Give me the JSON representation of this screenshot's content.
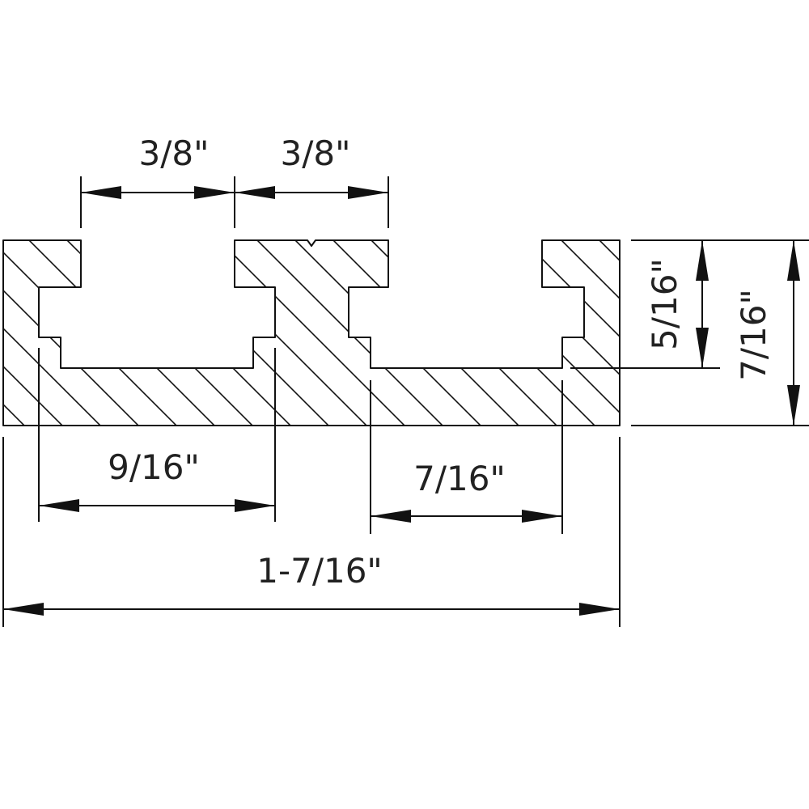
{
  "drawing": {
    "title": "T-track profile cross-section",
    "dimensions": {
      "slot_lip_left": "3/8\"",
      "slot_lip_right": "3/8\"",
      "slot_width_left": "9/16\"",
      "slot_width_right": "7/16\"",
      "overall_width": "1-7/16\"",
      "slot_depth": "5/16\"",
      "overall_height": "7/16\""
    },
    "colors": {
      "line": "#111111",
      "background": "#ffffff"
    }
  }
}
